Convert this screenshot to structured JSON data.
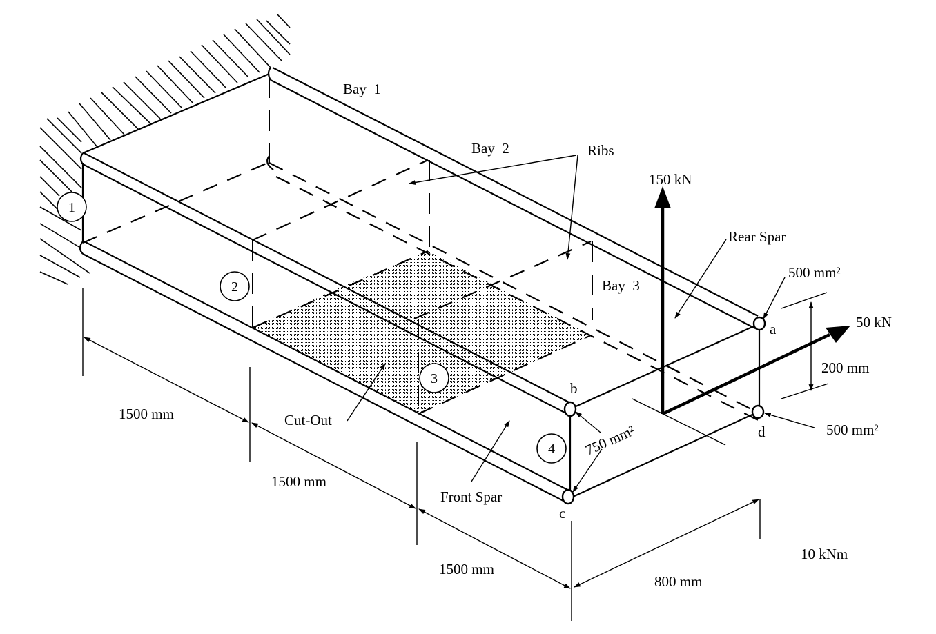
{
  "figure": {
    "description": "Three-bay wing box with cut-out, loads and boom areas",
    "colors": {
      "line": "#000000",
      "background": "#ffffff",
      "cutout_fill": "#b8b8b8"
    }
  },
  "labels": {
    "bay1": "Bay  1",
    "bay2": "Bay  2",
    "bay3": "Bay  3",
    "ribs": "Ribs",
    "rear_spar": "Rear Spar",
    "front_spar": "Front Spar",
    "cut_out": "Cut-Out"
  },
  "panels": [
    "1",
    "2",
    "3",
    "4"
  ],
  "booms": {
    "a": {
      "label": "a",
      "area": "500 mm²"
    },
    "b": {
      "label": "b"
    },
    "c": {
      "label": "c"
    },
    "d": {
      "label": "d",
      "area": "500 mm²"
    },
    "bc_area": "750 mm²"
  },
  "loads": {
    "vertical": "150 kN",
    "horizontal": "50 kN",
    "torque": "10 kNm"
  },
  "dimensions": {
    "bay_length_1": "1500 mm",
    "bay_length_2": "1500 mm",
    "bay_length_3": "1500 mm",
    "width": "800 mm",
    "depth": "200 mm"
  }
}
